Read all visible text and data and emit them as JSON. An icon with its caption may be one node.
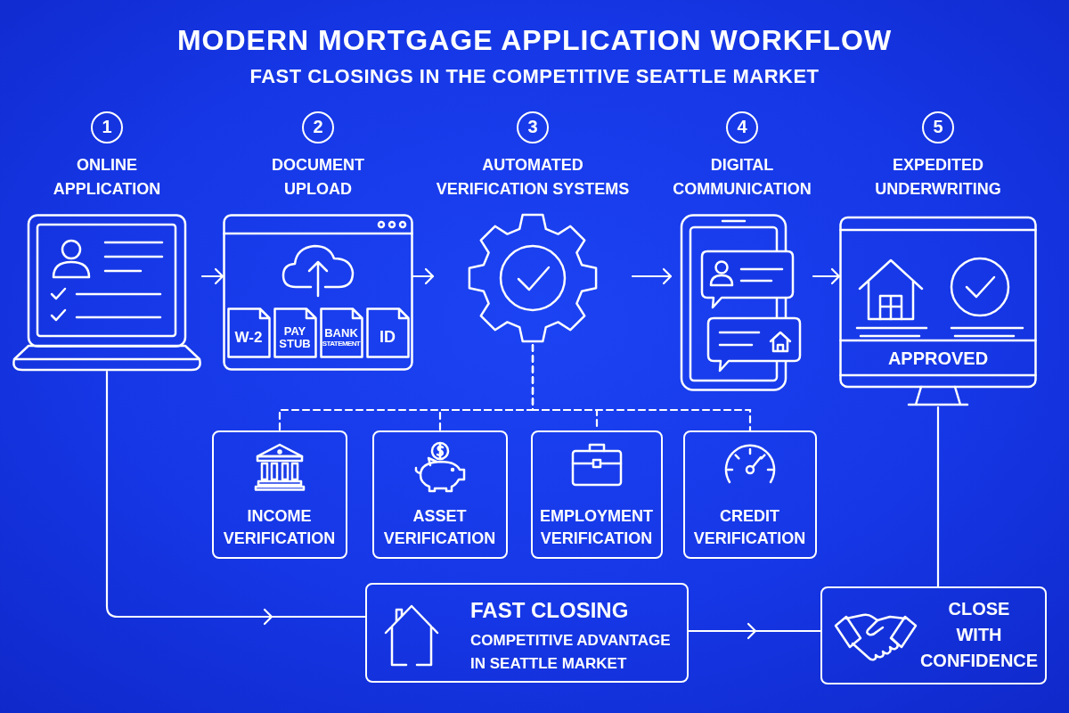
{
  "diagram": {
    "title": "MODERN MORTGAGE APPLICATION WORKFLOW",
    "nodes": [
      {
        "text": [
          "1",
          "ONLINE APPLICATION"
        ]
      },
      {
        "text": [
          "2",
          "DOCUMENT UPLOAD"
        ]
      },
      {
        "text": [
          "W-2"
        ],
        "in": 1
      },
      {
        "text": [
          "PAY STUB"
        ],
        "in": 1
      },
      {
        "text": [
          "BANK",
          "STATEMENT"
        ],
        "in": 1
      },
      {
        "text": [
          "ID"
        ],
        "in": 1
      },
      {
        "text": [
          "3",
          "AUTOMATED VERIFICATION SYSTEMS"
        ]
      },
      {
        "text": [
          "4",
          "DIGITAL COMMUNICATION"
        ]
      },
      {
        "text": [
          "5",
          "EXPEDITED UNDERWRITING",
          "APPROVED"
        ]
      },
      {
        "text": [
          "INCOME VERIFICATION"
        ]
      },
      {
        "text": [
          "ASSET VERIFICATION"
        ]
      },
      {
        "text": [
          "EMPLOYMENT VERIFICATION"
        ]
      },
      {
        "text": [
          "CREDIT VERIFICATION"
        ]
      },
      {
        "text": [
          "FAST CLOSING",
          "COMPETITIVE ADVANTAGE IN SEATTLE MARKET"
        ]
      },
      {
        "text": [
          "CLOSE WITH CONFIDENCE"
        ]
      }
    ],
    "edges": [
      {
        "from": 0,
        "to": 1,
        "arrow": "to"
      },
      {
        "from": 1,
        "to": 6,
        "arrow": "to"
      },
      {
        "from": 6,
        "to": 7,
        "arrow": "to"
      },
      {
        "from": 7,
        "to": 8,
        "arrow": "to"
      },
      {
        "from": 6,
        "to": 9,
        "arrow": "none",
        "style": "dashed"
      },
      {
        "from": 6,
        "to": 10,
        "arrow": "none",
        "style": "dashed"
      },
      {
        "from": 6,
        "to": 11,
        "arrow": "none",
        "style": "dashed"
      },
      {
        "from": 6,
        "to": 12,
        "arrow": "none",
        "style": "dashed"
      },
      {
        "from": 0,
        "to": 13,
        "arrow": "to"
      },
      {
        "from": 13,
        "to": 14,
        "arrow": "to"
      },
      {
        "from": 8,
        "to": 14,
        "arrow": "none"
      }
    ],
    "labels": [
      "FAST CLOSINGS IN THE COMPETITIVE SEATTLE MARKET"
    ]
  }
}
